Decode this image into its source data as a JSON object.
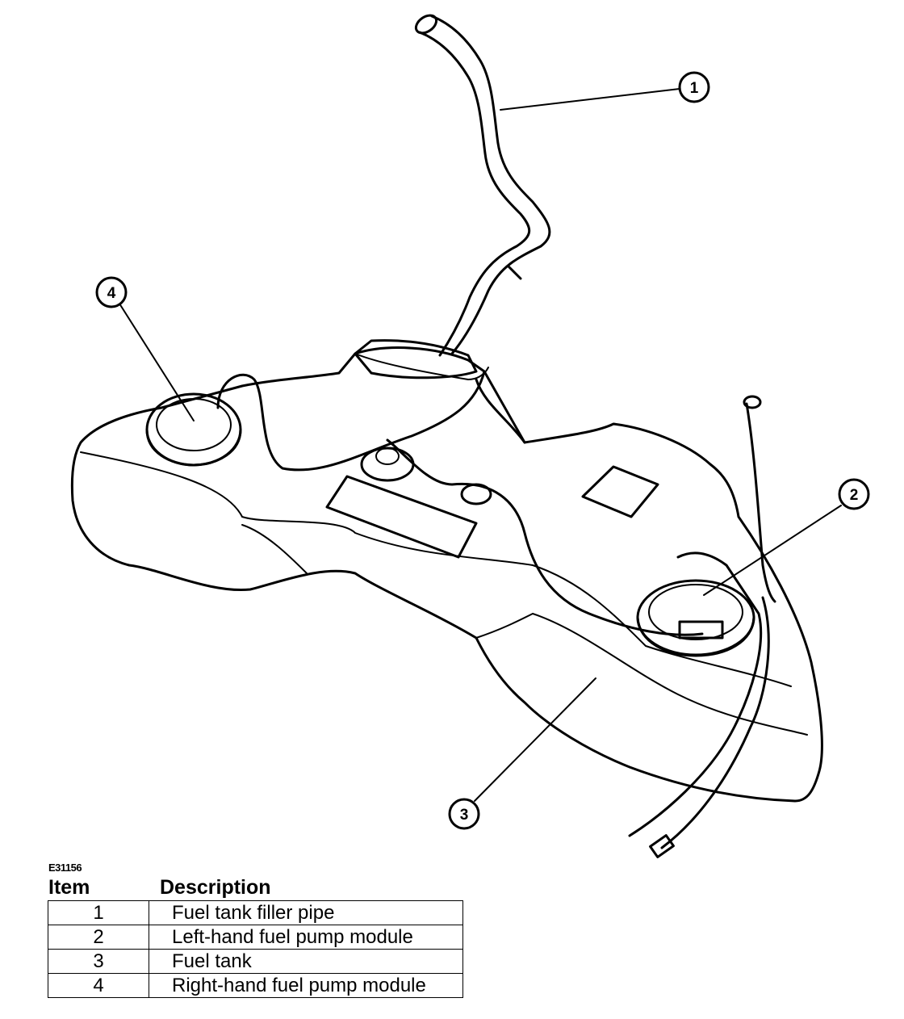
{
  "figure_id": "E31156",
  "callouts": [
    {
      "number": "1"
    },
    {
      "number": "2"
    },
    {
      "number": "3"
    },
    {
      "number": "4"
    }
  ],
  "legend": {
    "item_header": "Item",
    "description_header": "Description",
    "rows": [
      {
        "item": "1",
        "description": "Fuel tank filler pipe"
      },
      {
        "item": "2",
        "description": "Left-hand fuel pump module"
      },
      {
        "item": "3",
        "description": "Fuel tank"
      },
      {
        "item": "4",
        "description": "Right-hand fuel pump module"
      }
    ]
  }
}
